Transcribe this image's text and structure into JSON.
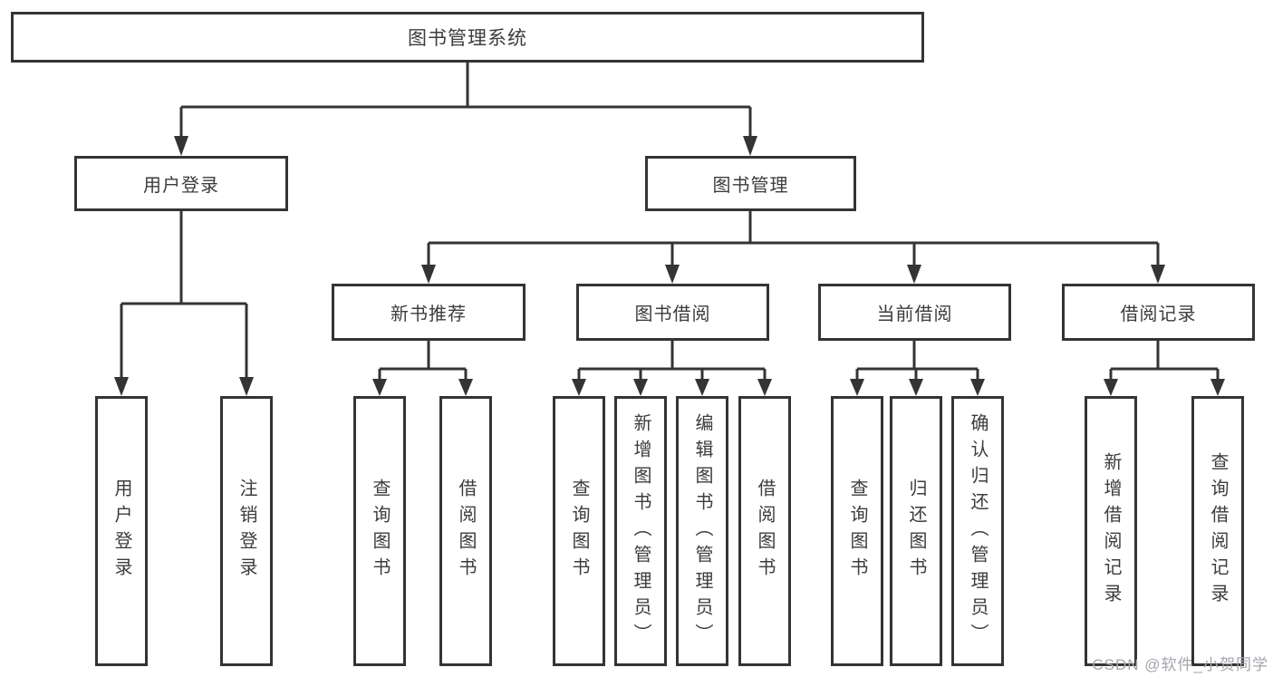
{
  "tree": {
    "label": "图书管理系统",
    "children": [
      {
        "label": "用户登录",
        "children": [
          {
            "label": "用户登录"
          },
          {
            "label": "注销登录"
          }
        ]
      },
      {
        "label": "图书管理",
        "children": [
          {
            "label": "新书推荐",
            "children": [
              {
                "label": "查询图书"
              },
              {
                "label": "借阅图书"
              }
            ]
          },
          {
            "label": "图书借阅",
            "children": [
              {
                "label": "查询图书"
              },
              {
                "label": "新增图书（管理员）"
              },
              {
                "label": "编辑图书（管理员）"
              },
              {
                "label": "借阅图书"
              }
            ]
          },
          {
            "label": "当前借阅",
            "children": [
              {
                "label": "查询图书"
              },
              {
                "label": "归还图书"
              },
              {
                "label": "确认归还（管理员）"
              }
            ]
          },
          {
            "label": "借阅记录",
            "children": [
              {
                "label": "新增借阅记录"
              },
              {
                "label": "查询借阅记录"
              }
            ]
          }
        ]
      }
    ]
  },
  "colors": {
    "line": "#343434",
    "text": "#3c3c3c",
    "watermark": "#a5a5ad"
  },
  "watermark": {
    "text": "CSDN @软件_小贺同学"
  }
}
